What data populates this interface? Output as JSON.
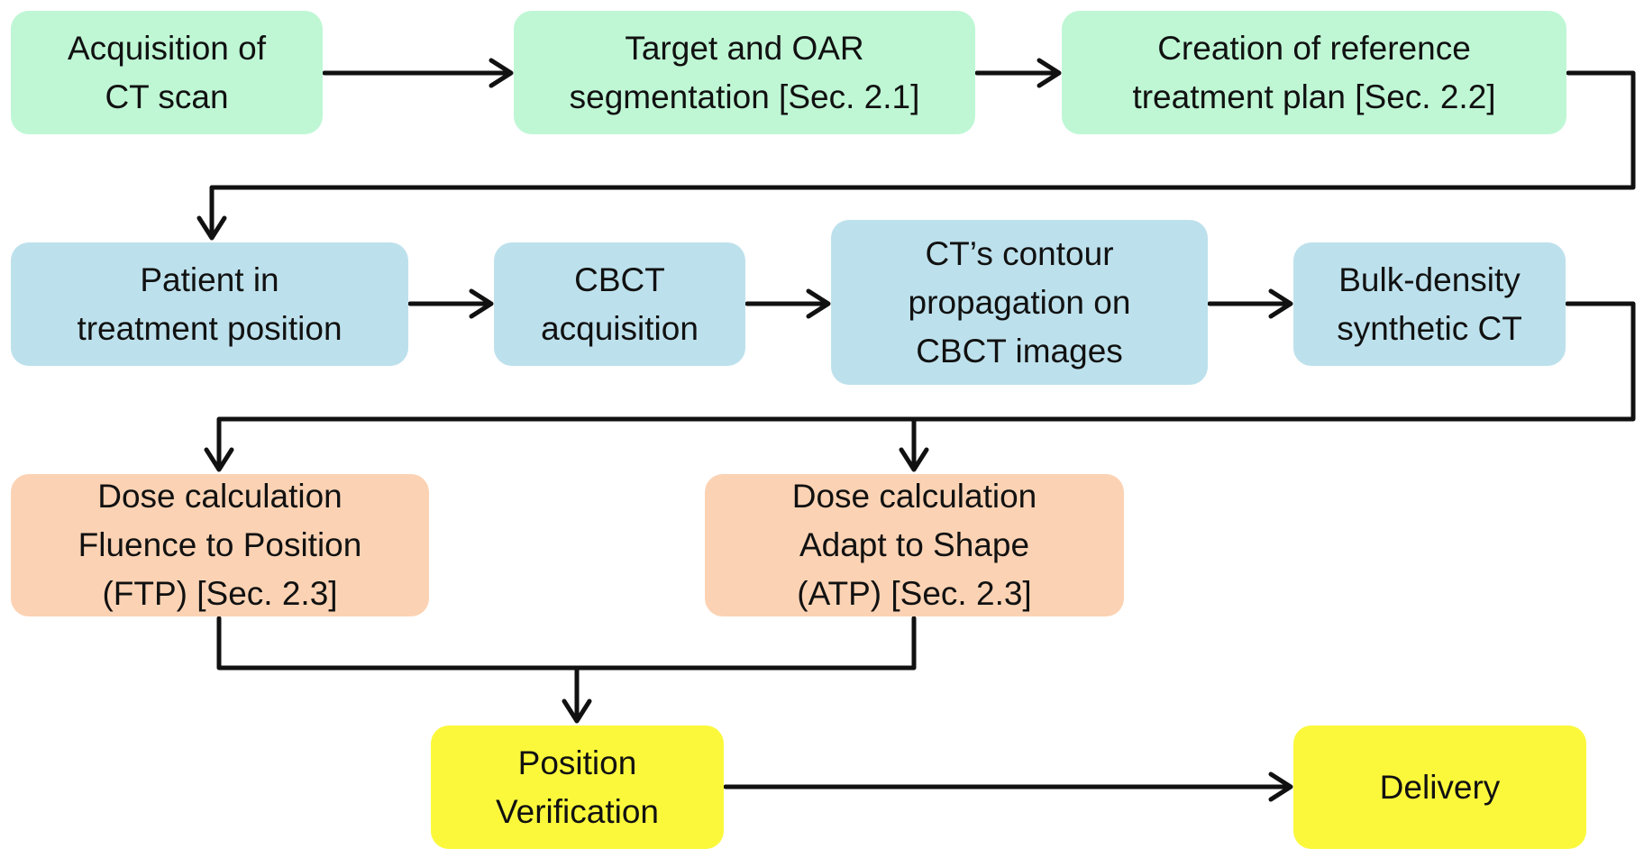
{
  "colors": {
    "stage1": "#bff7d5",
    "stage2": "#bde1ec",
    "stage3": "#fbd3b4",
    "stage4": "#fbf83c",
    "arrow": "#111111"
  },
  "nodes": {
    "ct_scan": [
      "Acquisition of",
      "CT scan"
    ],
    "segmentation": [
      "Target and OAR",
      "segmentation [Sec. 2.1]"
    ],
    "reference_plan": [
      "Creation of reference",
      "treatment plan [Sec. 2.2]"
    ],
    "patient_position": [
      "Patient in",
      "treatment position"
    ],
    "cbct": [
      "CBCT",
      "acquisition"
    ],
    "contour_propagation": [
      "CT’s contour",
      "propagation on",
      "CBCT images"
    ],
    "synthetic_ct": [
      "Bulk-density",
      "synthetic CT"
    ],
    "ftp": [
      "Dose calculation",
      "Fluence to Position",
      "(FTP) [Sec. 2.3]"
    ],
    "atp": [
      "Dose calculation",
      "Adapt to Shape",
      "(ATP) [Sec. 2.3]"
    ],
    "verification": [
      "Position",
      "Verification"
    ],
    "delivery": [
      "Delivery"
    ]
  }
}
